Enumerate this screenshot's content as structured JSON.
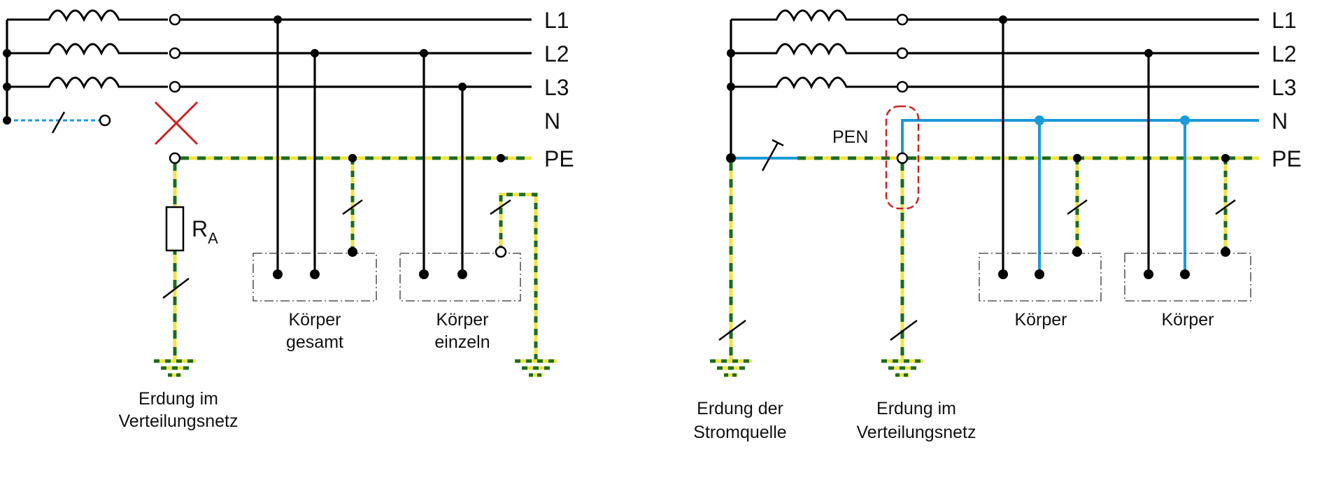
{
  "left": {
    "lines": [
      "L1",
      "L2",
      "L3",
      "N",
      "PE"
    ],
    "resistor_label": "R",
    "resistor_subscript": "A",
    "body_labels": [
      {
        "l1": "Körper",
        "l2": "gesamt"
      },
      {
        "l1": "Körper",
        "l2": "einzeln"
      }
    ],
    "earth_label": {
      "l1": "Erdung im",
      "l2": "Verteilungsnetz"
    }
  },
  "right": {
    "lines": [
      "L1",
      "L2",
      "L3",
      "N",
      "PE"
    ],
    "pen_label": "PEN",
    "body_labels": [
      "Körper",
      "Körper"
    ],
    "earth_source_label": {
      "l1": "Erdung der",
      "l2": "Stromquelle"
    },
    "earth_network_label": {
      "l1": "Erdung im",
      "l2": "Verteilungsnetz"
    }
  },
  "colors": {
    "phase": "#000000",
    "neutral": "#1a9ad8",
    "pe_yellow": "#f0e442",
    "pe_green": "#1e6b1e",
    "cross": "#cc2222",
    "pen_marker": "#cc2222"
  }
}
